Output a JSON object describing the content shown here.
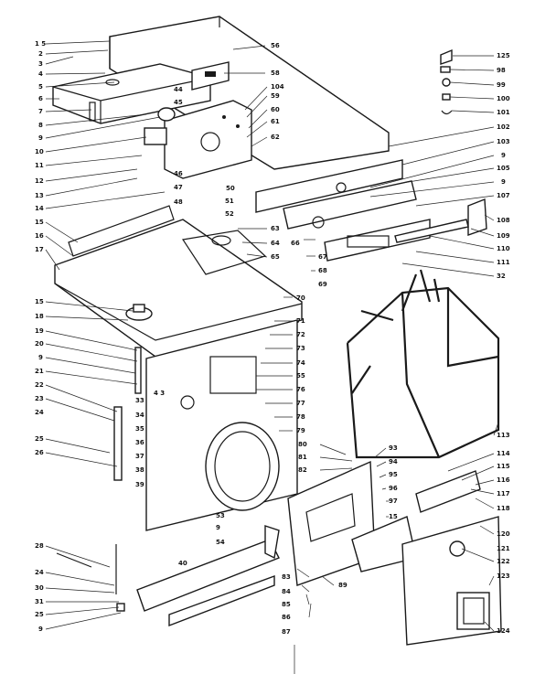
{
  "diagram": {
    "labels_left": [
      {
        "id": "l1",
        "text": "1 5"
      },
      {
        "id": "l2",
        "text": "2"
      },
      {
        "id": "l3",
        "text": "3"
      },
      {
        "id": "l4",
        "text": "4"
      },
      {
        "id": "l5",
        "text": "5"
      },
      {
        "id": "l6",
        "text": "6"
      },
      {
        "id": "l7",
        "text": "7"
      },
      {
        "id": "l8",
        "text": "8"
      },
      {
        "id": "l9",
        "text": "9"
      },
      {
        "id": "l10",
        "text": "10"
      },
      {
        "id": "l11",
        "text": "11"
      },
      {
        "id": "l12",
        "text": "12"
      },
      {
        "id": "l13",
        "text": "13"
      },
      {
        "id": "l14",
        "text": "14"
      },
      {
        "id": "l15",
        "text": "15"
      },
      {
        "id": "l16",
        "text": "16"
      },
      {
        "id": "l17",
        "text": "17"
      },
      {
        "id": "l18",
        "text": "15"
      },
      {
        "id": "l19",
        "text": "18"
      },
      {
        "id": "l20",
        "text": "19"
      },
      {
        "id": "l21",
        "text": "20"
      },
      {
        "id": "l22",
        "text": "9"
      },
      {
        "id": "l23",
        "text": "21"
      },
      {
        "id": "l24",
        "text": "22"
      },
      {
        "id": "l25",
        "text": "23"
      },
      {
        "id": "l26",
        "text": "24"
      },
      {
        "id": "l27",
        "text": "25"
      },
      {
        "id": "l28",
        "text": "26"
      },
      {
        "id": "l29",
        "text": "28"
      },
      {
        "id": "l30",
        "text": "24"
      },
      {
        "id": "l31",
        "text": "30"
      },
      {
        "id": "l32",
        "text": "31"
      },
      {
        "id": "l33",
        "text": "25"
      },
      {
        "id": "l34",
        "text": "9"
      }
    ],
    "labels_mid": [
      {
        "id": "m1",
        "text": "33"
      },
      {
        "id": "m2",
        "text": "4 3"
      },
      {
        "id": "m3",
        "text": "34"
      },
      {
        "id": "m4",
        "text": "35"
      },
      {
        "id": "m5",
        "text": "36"
      },
      {
        "id": "m6",
        "text": "37"
      },
      {
        "id": "m7",
        "text": "38"
      },
      {
        "id": "m8",
        "text": "39"
      },
      {
        "id": "m9",
        "text": "44"
      },
      {
        "id": "m10",
        "text": "45"
      },
      {
        "id": "m11",
        "text": "46"
      },
      {
        "id": "m12",
        "text": "47"
      },
      {
        "id": "m13",
        "text": "48"
      },
      {
        "id": "m14",
        "text": "50"
      },
      {
        "id": "m15",
        "text": "51"
      },
      {
        "id": "m16",
        "text": "52"
      },
      {
        "id": "m17",
        "text": "53"
      },
      {
        "id": "m18",
        "text": "54"
      },
      {
        "id": "m19",
        "text": "40"
      },
      {
        "id": "m20",
        "text": "9"
      },
      {
        "id": "m21",
        "text": "87"
      }
    ],
    "labels_right": [
      {
        "id": "r1",
        "text": "56"
      },
      {
        "id": "r2",
        "text": "58"
      },
      {
        "id": "r3",
        "text": "104"
      },
      {
        "id": "r4",
        "text": "59"
      },
      {
        "id": "r5",
        "text": "60"
      },
      {
        "id": "r6",
        "text": "61"
      },
      {
        "id": "r7",
        "text": "62"
      },
      {
        "id": "r8",
        "text": "63"
      },
      {
        "id": "r9",
        "text": "64"
      },
      {
        "id": "r10",
        "text": "65"
      },
      {
        "id": "r11",
        "text": "66"
      },
      {
        "id": "r12",
        "text": "67"
      },
      {
        "id": "r13",
        "text": "68"
      },
      {
        "id": "r14",
        "text": "69"
      },
      {
        "id": "r15",
        "text": "70"
      },
      {
        "id": "r16",
        "text": "71"
      },
      {
        "id": "r17",
        "text": "72"
      },
      {
        "id": "r18",
        "text": "73"
      },
      {
        "id": "r19",
        "text": "74"
      },
      {
        "id": "r20",
        "text": "55"
      },
      {
        "id": "r21",
        "text": "76"
      },
      {
        "id": "r22",
        "text": "77"
      },
      {
        "id": "r23",
        "text": "78"
      },
      {
        "id": "r24",
        "text": "79"
      },
      {
        "id": "r25",
        "text": "80"
      },
      {
        "id": "r26",
        "text": "81"
      },
      {
        "id": "r27",
        "text": "82"
      },
      {
        "id": "r28",
        "text": "83"
      },
      {
        "id": "r29",
        "text": "84"
      },
      {
        "id": "r30",
        "text": "85"
      },
      {
        "id": "r31",
        "text": "86"
      },
      {
        "id": "r32",
        "text": "89"
      }
    ],
    "labels_far_right": [
      {
        "id": "f1",
        "text": "125"
      },
      {
        "id": "f2",
        "text": "98"
      },
      {
        "id": "f3",
        "text": "99"
      },
      {
        "id": "f4",
        "text": "100"
      },
      {
        "id": "f5",
        "text": "101"
      },
      {
        "id": "f6",
        "text": "102"
      },
      {
        "id": "f7",
        "text": "103"
      },
      {
        "id": "f8",
        "text": "9"
      },
      {
        "id": "f9",
        "text": "105"
      },
      {
        "id": "f10",
        "text": "9"
      },
      {
        "id": "f11",
        "text": "107"
      },
      {
        "id": "f12",
        "text": "108"
      },
      {
        "id": "f13",
        "text": "109"
      },
      {
        "id": "f14",
        "text": "110"
      },
      {
        "id": "f15",
        "text": "111"
      },
      {
        "id": "f16",
        "text": "32"
      },
      {
        "id": "f17",
        "text": "113"
      },
      {
        "id": "f18",
        "text": "114"
      },
      {
        "id": "f19",
        "text": "115"
      },
      {
        "id": "f20",
        "text": "116"
      },
      {
        "id": "f21",
        "text": "117"
      },
      {
        "id": "f22",
        "text": "118"
      },
      {
        "id": "f23",
        "text": "120"
      },
      {
        "id": "f24",
        "text": "121"
      },
      {
        "id": "f25",
        "text": "122"
      },
      {
        "id": "f26",
        "text": "123"
      },
      {
        "id": "f27",
        "text": "124"
      },
      {
        "id": "f28",
        "text": "93"
      },
      {
        "id": "f29",
        "text": "94"
      },
      {
        "id": "f30",
        "text": "95"
      },
      {
        "id": "f31",
        "text": "96"
      },
      {
        "id": "f32",
        "text": "97"
      },
      {
        "id": "f33",
        "text": "15"
      }
    ]
  }
}
